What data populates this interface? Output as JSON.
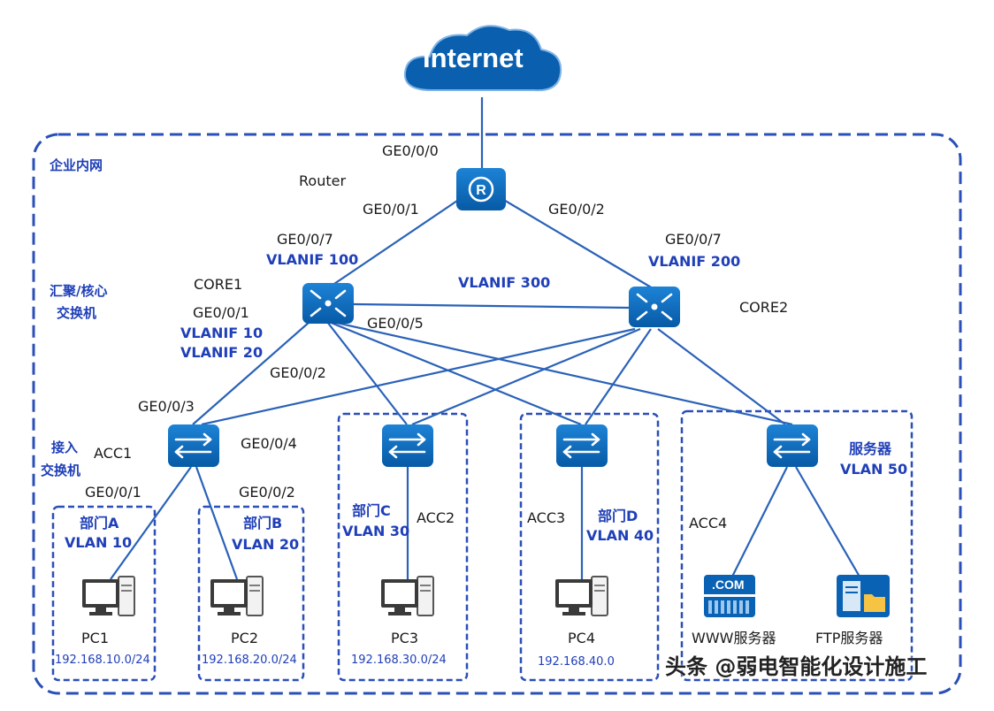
{
  "internet": {
    "label": "Internet"
  },
  "zones": {
    "enterprise": "企业内网",
    "core_line1": "汇聚/核心",
    "core_line2": "交换机",
    "access_line1": "接入",
    "access_line2": "交换机"
  },
  "router": {
    "name": "Router",
    "port_wan": "GE0/0/0",
    "port_core1": "GE0/0/1",
    "port_core2": "GE0/0/2"
  },
  "core1": {
    "name": "CORE1",
    "port_up": "GE0/0/7",
    "vlanif_up": "VLANIF 100",
    "port_down": "GE0/0/1",
    "vlanif_a": "VLANIF 10",
    "vlanif_b": "VLANIF 20",
    "port_2": "GE0/0/2",
    "port_5": "GE0/0/5"
  },
  "core2": {
    "name": "CORE2",
    "port_up": "GE0/0/7",
    "vlanif_up": "VLANIF 200"
  },
  "interlink": {
    "vlanif": "VLANIF 300"
  },
  "acc1": {
    "name": "ACC1",
    "port_up": "GE0/0/3",
    "port_4": "GE0/0/4",
    "port_pc1": "GE0/0/1",
    "port_pc2": "GE0/0/2"
  },
  "acc2": {
    "name": "ACC2"
  },
  "acc3": {
    "name": "ACC3"
  },
  "acc4": {
    "name": "ACC4"
  },
  "departments": [
    {
      "dept": "部门A",
      "vlan": "VLAN 10",
      "pc": "PC1",
      "ip": "192.168.10.0/24"
    },
    {
      "dept": "部门B",
      "vlan": "VLAN 20",
      "pc": "PC2",
      "ip": "192.168.20.0/24"
    },
    {
      "dept": "部门C",
      "vlan": "VLAN 30",
      "pc": "PC3",
      "ip": "192.168.30.0/24"
    },
    {
      "dept": "部门D",
      "vlan": "VLAN 40",
      "pc": "PC4",
      "ip": "192.168.40.0"
    }
  ],
  "servers": {
    "zone": "服务器",
    "vlan": "VLAN 50",
    "www_badge": ".COM",
    "www": "WWW服务器",
    "ftp": "FTP服务器"
  },
  "watermark": "头条 @弱电智能化设计施工",
  "colors": {
    "device_blue": "#0a62b4",
    "label_blue": "#1f3fb8",
    "line_blue": "#2a62b8",
    "zone_border": "#2a4fb8"
  }
}
